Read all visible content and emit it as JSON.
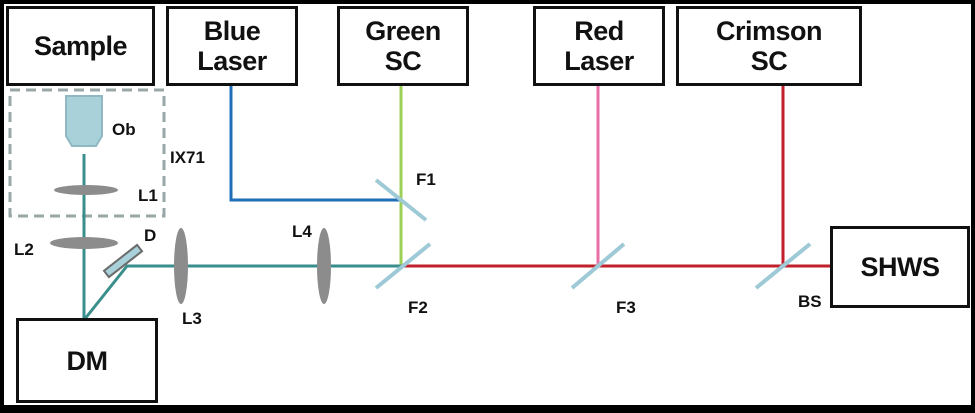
{
  "boxes": {
    "sample": "Sample",
    "blue_laser": "Blue\nLaser",
    "green_sc": "Green\nSC",
    "red_laser": "Red\nLaser",
    "crimson_sc": "Crimson\nSC",
    "shws": "SHWS",
    "dm": "DM"
  },
  "labels": {
    "ob": "Ob",
    "ix71": "IX71",
    "l1": "L1",
    "l2": "L2",
    "d": "D",
    "l3": "L3",
    "l4": "L4",
    "f1": "F1",
    "f2": "F2",
    "f3": "F3",
    "bs": "BS"
  },
  "colors": {
    "blue_beam": "#1f6fb8",
    "green_beam": "#9ccf55",
    "red_beam": "#c0212b",
    "pink_beam": "#ea6fa7",
    "teal_beam": "#3a8e8c",
    "optic_fill": "#a9d1da",
    "lens_fill": "#8c8c8c",
    "filter": "#9ec9d6"
  }
}
